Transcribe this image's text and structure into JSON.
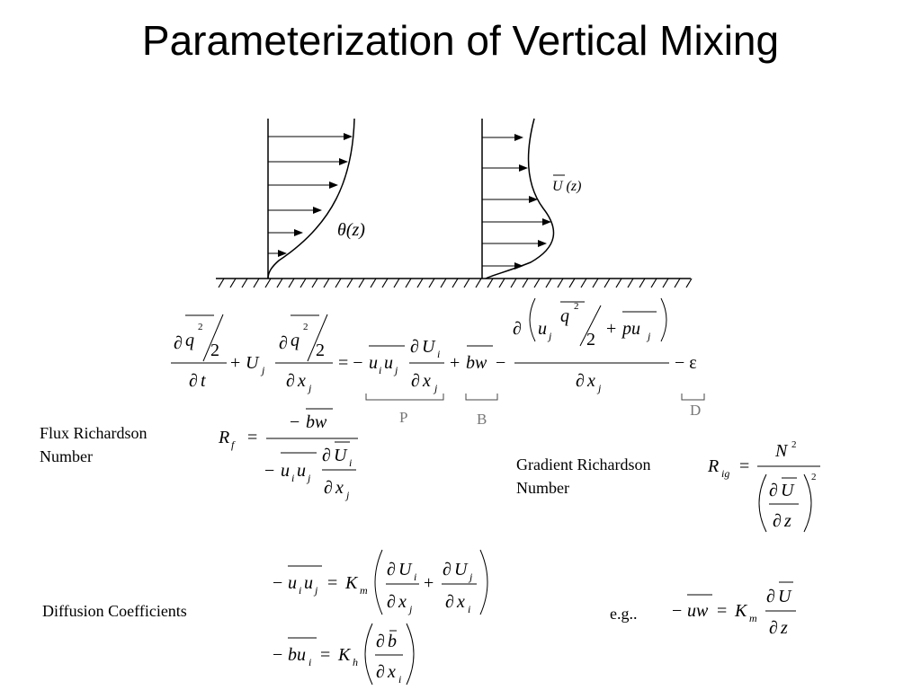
{
  "title": "Parameterization of Vertical Mixing",
  "profile_labels": {
    "theta": "θ(z)",
    "u": "U (z)"
  },
  "brace_labels": {
    "p": "P",
    "b": "B",
    "d": "D"
  },
  "labels": {
    "flux_richardson_line1": "Flux Richardson",
    "flux_richardson_line2": "Number",
    "gradient_richardson_line1": "Gradient Richardson",
    "gradient_richardson_line2": "Number",
    "diffusion": "Diffusion Coefficients",
    "eg": "e.g.."
  }
}
